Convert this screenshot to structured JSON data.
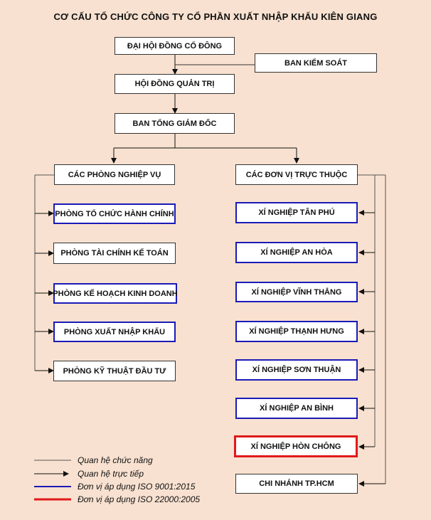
{
  "title": "CƠ CẤU TỔ CHỨC CÔNG TY CỔ PHẦN XUẤT NHẬP KHẨU KIÊN GIANG",
  "top": {
    "shareholders": "ĐẠI HỘI ĐỒNG CỔ ĐÔNG",
    "supervisory": "BAN KIỂM SOÁT",
    "board": "HỘI ĐỒNG QUẢN TRỊ",
    "ceo": "BAN TỔNG GIÁM ĐỐC"
  },
  "left": {
    "header": "CÁC PHÒNG NGHIỆP VỤ",
    "items": [
      {
        "label": "PHÒNG TỔ CHỨC HÀNH CHÍNH",
        "iso": "9001"
      },
      {
        "label": "PHÒNG TÀI CHÍNH KẾ TOÁN",
        "iso": ""
      },
      {
        "label": "PHÒNG KẾ HOẠCH KINH DOANH",
        "iso": "9001"
      },
      {
        "label": "PHÒNG XUẤT NHẬP KHẨU",
        "iso": "9001"
      },
      {
        "label": "PHÒNG KỸ THUẬT ĐẦU TƯ",
        "iso": ""
      }
    ]
  },
  "right": {
    "header": "CÁC ĐƠN VỊ TRỰC THUỘC",
    "items": [
      {
        "label": "XÍ NGHIỆP TÂN PHÚ",
        "iso": "9001"
      },
      {
        "label": "XÍ NGHIỆP AN HÒA",
        "iso": "9001"
      },
      {
        "label": "XÍ NGHIỆP VĨNH THẮNG",
        "iso": "9001"
      },
      {
        "label": "XÍ NGHIỆP THẠNH HƯNG",
        "iso": "9001"
      },
      {
        "label": "XÍ NGHIỆP SƠN THUẬN",
        "iso": "9001"
      },
      {
        "label": "XÍ NGHIỆP AN BÌNH",
        "iso": "9001"
      },
      {
        "label": "XÍ NGHIỆP HÒN CHÔNG",
        "iso": "22000"
      },
      {
        "label": "CHI NHÁNH TP.HCM",
        "iso": ""
      }
    ]
  },
  "legend": {
    "functional": "Quan hệ chức năng",
    "direct": "Quan hệ trực tiếp",
    "iso9001": "Đơn vị áp dụng ISO 9001:2015",
    "iso22000": "Đơn vị áp dụng ISO 22000:2005"
  },
  "colors": {
    "background": "#f8e1d0",
    "iso9001": "#1a1ab8",
    "iso22000": "#e0191b",
    "line": "#333333"
  }
}
